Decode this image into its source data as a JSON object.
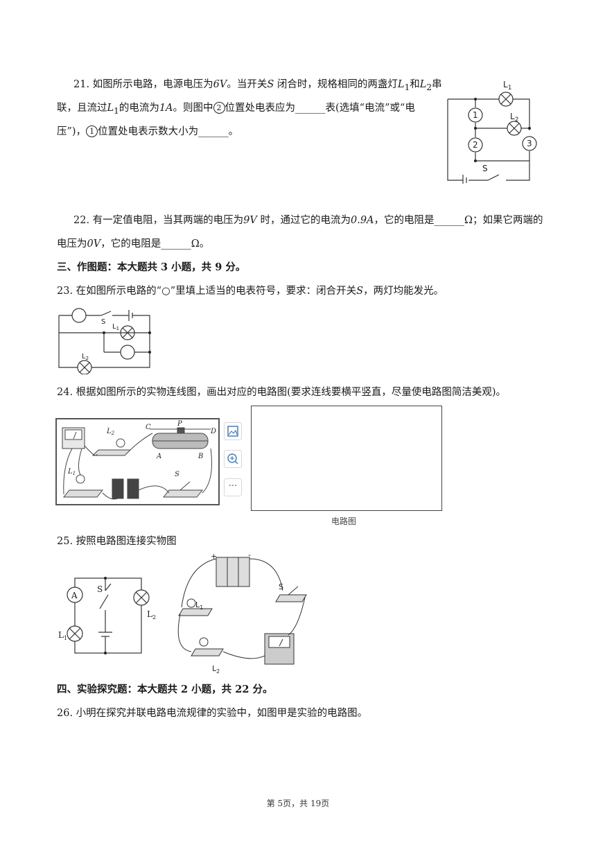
{
  "q21": {
    "line1_a": "21. 如图所示电路，电源电压为",
    "v6": "6V",
    "line1_b": "。当开关",
    "s": "S",
    "line1_c": " 闭合时，规格相同的两盏灯",
    "l1": "L",
    "sub1": "1",
    "and": "和",
    "l2": "L",
    "sub2": "2",
    "chuan": "串",
    "line2_a": "联，且流过",
    "line2_b": "的电流为",
    "a1": "1A",
    "line2_c": "。则图中",
    "c2": "2",
    "line2_d": "位置处电表应为______表(选填“电流”或“电",
    "line3_a": "压”)，",
    "c1": "1",
    "line3_b": "位置处电表示数大小为______。",
    "fig": {
      "L1": "L",
      "L1sub": "1",
      "L2": "L",
      "L2sub": "2",
      "m1": "1",
      "m2": "2",
      "m3": "3",
      "S": "S"
    }
  },
  "q22": {
    "line1_a": "22. 有一定值电阻，当其两端的电压为",
    "v9": "9V",
    "line1_b": " 时，通过它的电流为",
    "a09": "0.9A",
    "line1_c": "，它的电阻是______Ω；如果它两端的",
    "line2_a": "电压为",
    "v0": "0V",
    "line2_b": "，它的电阻是______Ω。"
  },
  "section3": "三、作图题：本大题共 3 小题，共 9 分。",
  "q23": {
    "text_a": "23. 在如图所示电路的“○”里填上适当的电表符号，要求：闭合开关",
    "s": "S",
    "text_b": "，两灯均能发光。",
    "fig": {
      "S": "S",
      "L1": "L",
      "L1sub": "1",
      "L2": "L",
      "L2sub": "2"
    }
  },
  "q24": {
    "text": "24. 根据如图所示的实物连线图，画出对应的电路图(要求连线要横平竖直，尽量使电路图简洁美观)。",
    "fig": {
      "L2": "L",
      "L2sub": "2",
      "L1": "L",
      "L1sub": "1",
      "C": "C",
      "P": "P",
      "D": "D",
      "A": "A",
      "B": "B",
      "S": "S"
    },
    "toolbar_more": "···",
    "caption": "电路图"
  },
  "q25": {
    "text": "25. 按照电路图连接实物图",
    "fig": {
      "A": "A",
      "S": "S",
      "L1": "L",
      "L1sub": "1",
      "L2": "L",
      "L2sub": "2",
      "plus": "+",
      "minus": "-",
      "pS": "S",
      "pL1": "L",
      "pL1sub": "1",
      "pL2": "L",
      "pL2sub": "2"
    }
  },
  "section4": "四、实验探究题：本大题共 2 小题，共 22 分。",
  "q26": {
    "text": "26. 小明在探究并联电路电流规律的实验中，如图甲是实验的电路图。"
  },
  "footer": "第 5页，共 19页"
}
